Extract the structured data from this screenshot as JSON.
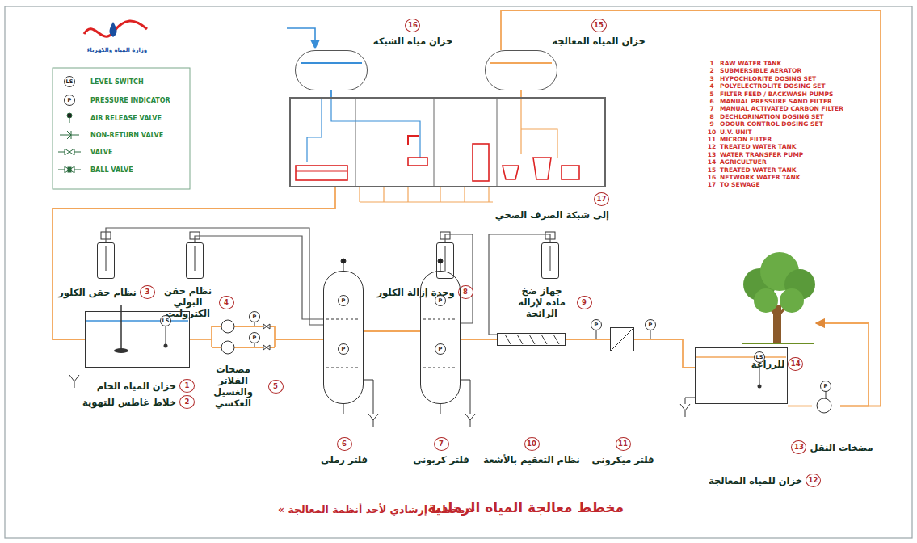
{
  "diagram": {
    "title": "مخطط معالجة المياه الرمادية",
    "caption": "« مخطط إرشادي لأحد أنظمة المعالجة »",
    "nodes": [
      {
        "text": [
          "16",
          "خزان مياه الشبكة"
        ]
      },
      {
        "text": [
          "15",
          "خزان المياه المعالجة"
        ]
      },
      {
        "text": [
          "17",
          "إلى شبكة الصرف الصحي"
        ]
      },
      {
        "text": [
          "3",
          "نظام حقن الكلور"
        ]
      },
      {
        "text": [
          "4",
          "نظام حقن البولي الكتروليت"
        ]
      },
      {
        "text": [
          "8",
          "وحدة إزالة الكلور"
        ]
      },
      {
        "text": [
          "9",
          "جهاز ضخ مادة لإزالة الرائحة"
        ]
      },
      {
        "text": [
          "14",
          "للزراعة"
        ]
      },
      {
        "text": [
          "1",
          "خزان المياه الخام",
          "2",
          "خلاط غاطس للتهوية"
        ]
      },
      {
        "text": [
          "5",
          "مضخات الفلاتر والغسيل العكسي"
        ]
      },
      {
        "text": [
          "6",
          "فلتر رملي"
        ]
      },
      {
        "text": [
          "7",
          "فلتر كربوني"
        ]
      },
      {
        "text": [
          "10",
          "نظام التعقيم بالأشعة"
        ]
      },
      {
        "text": [
          "11",
          "فلتر ميكروني"
        ]
      },
      {
        "text": [
          "12",
          "خزان للمياه المعالجة"
        ]
      },
      {
        "text": [
          "13",
          "مضخات النقل"
        ]
      }
    ],
    "edges": [
      {
        "from": 0,
        "to": 2,
        "arrow": "none"
      },
      {
        "from": 1,
        "to": 2,
        "arrow": "none"
      },
      {
        "from": 2,
        "to": 8,
        "arrow": "none"
      },
      {
        "from": 3,
        "to": 10,
        "arrow": "none"
      },
      {
        "from": 4,
        "to": 10,
        "arrow": "none"
      },
      {
        "from": 8,
        "to": 9,
        "arrow": "none"
      },
      {
        "from": 9,
        "to": 10,
        "arrow": "none"
      },
      {
        "from": 10,
        "to": 11,
        "arrow": "none"
      },
      {
        "from": 5,
        "to": 11,
        "arrow": "none"
      },
      {
        "from": 11,
        "to": 12,
        "arrow": "none"
      },
      {
        "from": 6,
        "to": 12,
        "arrow": "none"
      },
      {
        "from": 12,
        "to": 13,
        "arrow": "none"
      },
      {
        "from": 13,
        "to": 14,
        "arrow": "none"
      },
      {
        "from": 14,
        "to": 15,
        "arrow": "none"
      },
      {
        "from": 15,
        "to": 7,
        "arrow": "to"
      },
      {
        "from": 15,
        "to": 1,
        "arrow": "none"
      }
    ],
    "labels": [
      "وزارة المياه والكهرباء",
      "LS",
      "P",
      "1",
      "RAW WATER TANK",
      "2",
      "SUBMERSIBLE AERATOR",
      "3",
      "HYPOCHLORITE DOSING SET",
      "4",
      "POLYELECTROLITE DOSING SET",
      "5",
      "FILTER FEED / BACKWASH PUMPS",
      "6",
      "MANUAL PRESSURE SAND FILTER",
      "7",
      "MANUAL ACTIVATED CARBON FILTER",
      "8",
      "DECHLORINATION DOSING SET",
      "9",
      "ODOUR CONTROL DOSING SET",
      "10",
      "U.V. UNIT",
      "11",
      "MICRON FILTER",
      "12",
      "TREATED WATER TANK",
      "13",
      "WATER TRANSFER PUMP",
      "14",
      "AGRICULTUER",
      "15",
      "TREATED WATER TANK",
      "16",
      "NETWORK WATER TANK",
      "17",
      "TO SEWAGE",
      "LS",
      "LS",
      "P",
      "P",
      "P",
      "P",
      "P",
      "P",
      "P",
      "P",
      "P"
    ],
    "legend": [
      {
        "text": "LEVEL SWITCH"
      },
      {
        "text": "PRESSURE INDICATOR"
      },
      {
        "text": "AIR RELEASE VALVE"
      },
      {
        "text": "NON-RETURN VALVE"
      },
      {
        "text": "VALVE"
      },
      {
        "text": "BALL VALVE"
      }
    ]
  }
}
